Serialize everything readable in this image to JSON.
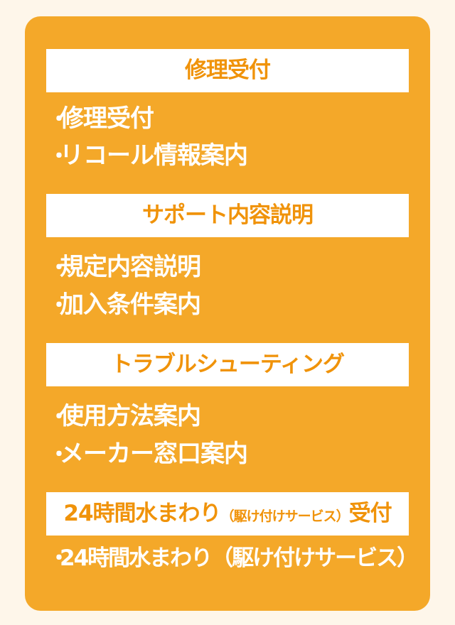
{
  "colors": {
    "page_background": "#FEF6EA",
    "card_background": "#F4A829",
    "header_background": "#FFFFFF",
    "header_text": "#F0930A",
    "item_text": "#FFFFFF"
  },
  "bullet": "・",
  "sections": [
    {
      "header": "修理受付",
      "items": [
        "修理受付",
        "リコール情報案内"
      ]
    },
    {
      "header": "サポート内容説明",
      "items": [
        "規定内容説明",
        "加入条件案内"
      ]
    },
    {
      "header": "トラブルシューティング",
      "items": [
        "使用方法案内",
        "メーカー窓口案内"
      ]
    },
    {
      "header_main": "24時間水まわり",
      "header_paren": "（駆け付けサービス）",
      "header_suffix": "受付",
      "items": [
        "24時間水まわり（駆け付けサービス）"
      ]
    }
  ]
}
